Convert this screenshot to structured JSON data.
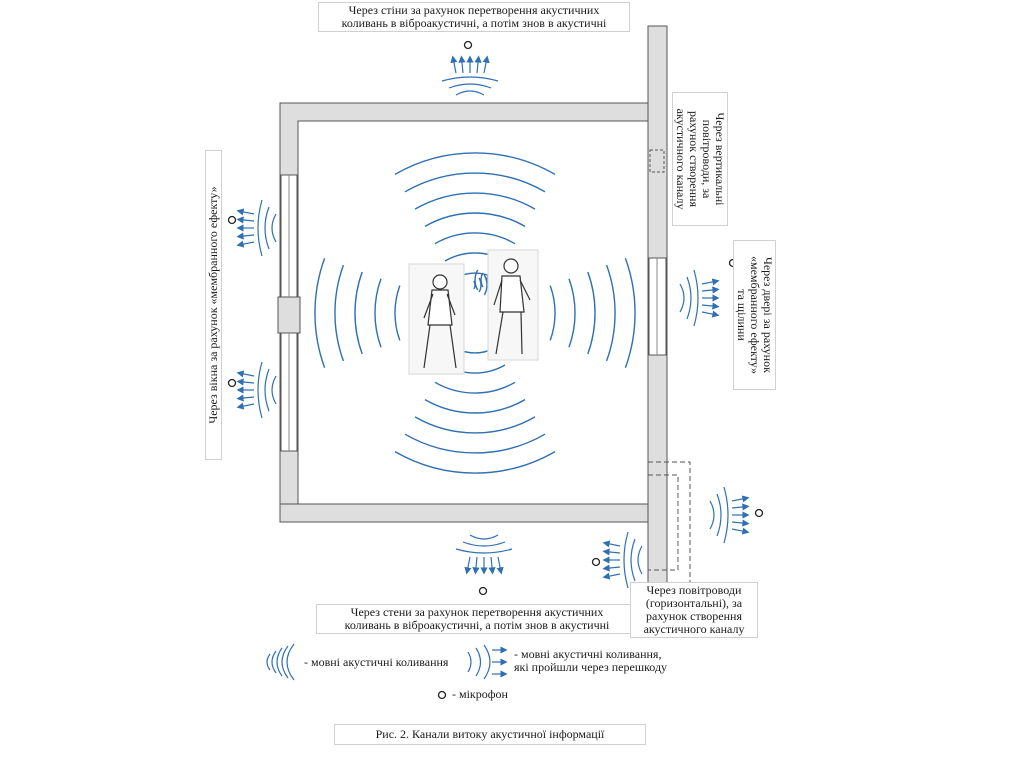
{
  "labels": {
    "top_walls": [
      "Через стіни за рахунок перетворення акустичних",
      "коливань в віброакустичні, а потім знов в акустичні"
    ],
    "bottom_walls": [
      "Через стени за рахунок перетворення акустичних",
      "коливань в віброакустичні, а потім знов в акустичні"
    ],
    "windows": [
      "Через вікна за рахунок «мембранного ефекту»"
    ],
    "pipes_vertical": [
      "Через вертикальні",
      "повітроводи, за",
      "рахунок створення",
      "акустичного каналу"
    ],
    "doors": [
      "Через двері за рахунок",
      "«мембранного ефекту»",
      "та щілини"
    ],
    "ducts_horizontal": [
      "Через повітроводи",
      "(горизонтальні), за",
      "рахунок створення",
      "акустичного каналу"
    ]
  },
  "legend": {
    "acoustic": "- мовні акустичні коливання",
    "passed": [
      "- мовні акустичні коливання,",
      "які пройшли через перешкоду"
    ],
    "mic": "- мікрофон"
  },
  "caption": "Рис. 2. Канали витоку акустичної інформації",
  "colors": {
    "wave": "#2f6fb3",
    "arrow": "#2f6fb3",
    "wall": "#dedede",
    "outline": "#555555"
  }
}
